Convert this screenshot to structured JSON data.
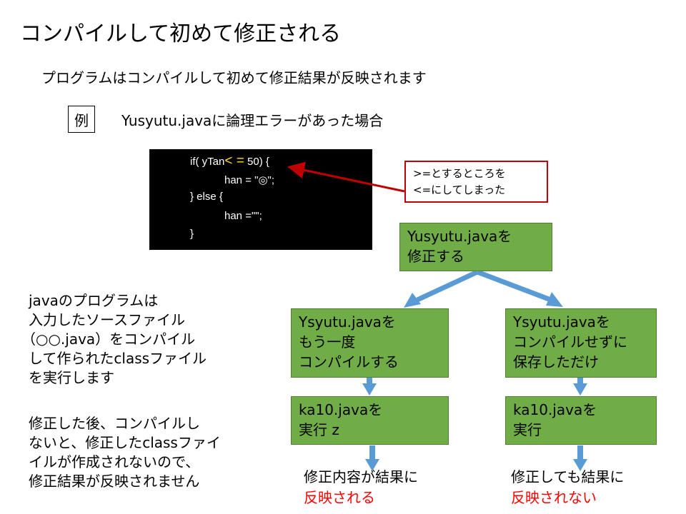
{
  "title": "コンパイルして初めて修正される",
  "subtitle": "プログラムはコンパイルして初めて修正結果が反映されます",
  "example": {
    "label": "例",
    "description": "Yusyutu.javaに論理エラーがあった場合"
  },
  "code": {
    "line1_before": "if( yTan",
    "line1_op": "< =",
    "line1_after": " 50) {",
    "line2": "han = \"◎\";",
    "line3": "} else {",
    "line4": "han =\"\";",
    "line5": "}"
  },
  "callout": {
    "line1": ">=とするところを",
    "line2": "<=にしてしまった"
  },
  "flow": {
    "top": {
      "line1": "Yusyutu.javaを",
      "line2": "修正する"
    },
    "left_compile": {
      "line1": "Ysyutu.javaを",
      "line2": "もう一度",
      "line3": "コンパイルする"
    },
    "right_save": {
      "line1": "Ysyutu.javaを",
      "line2": "コンパイルせずに",
      "line3": "保存しただけ"
    },
    "left_run": {
      "line1": "ka10.javaを",
      "line2": "実行 z"
    },
    "right_run": {
      "line1": "ka10.javaを",
      "line2": "実行"
    },
    "left_result": {
      "line1": "修正内容が結果に",
      "line2": "反映される"
    },
    "right_result": {
      "line1": "修正しても結果に",
      "line2": "反映されない"
    }
  },
  "explanation": {
    "p1": [
      "javaのプログラムは",
      "入力したソースファイル",
      "（○○.java）をコンパイル",
      "して作られたclassファイル",
      "を実行します"
    ],
    "p2": [
      "修正した後、コンパイルし",
      "ないと、修正したclassファイ",
      "イルが作成されないので、",
      "修正結果が反映されません"
    ]
  },
  "colors": {
    "box_green": "#70ad47",
    "arrow_blue": "#5b9bd5",
    "callout_red": "#c00000",
    "emphasis_red": "#ff0000",
    "code_bg": "#000000"
  }
}
